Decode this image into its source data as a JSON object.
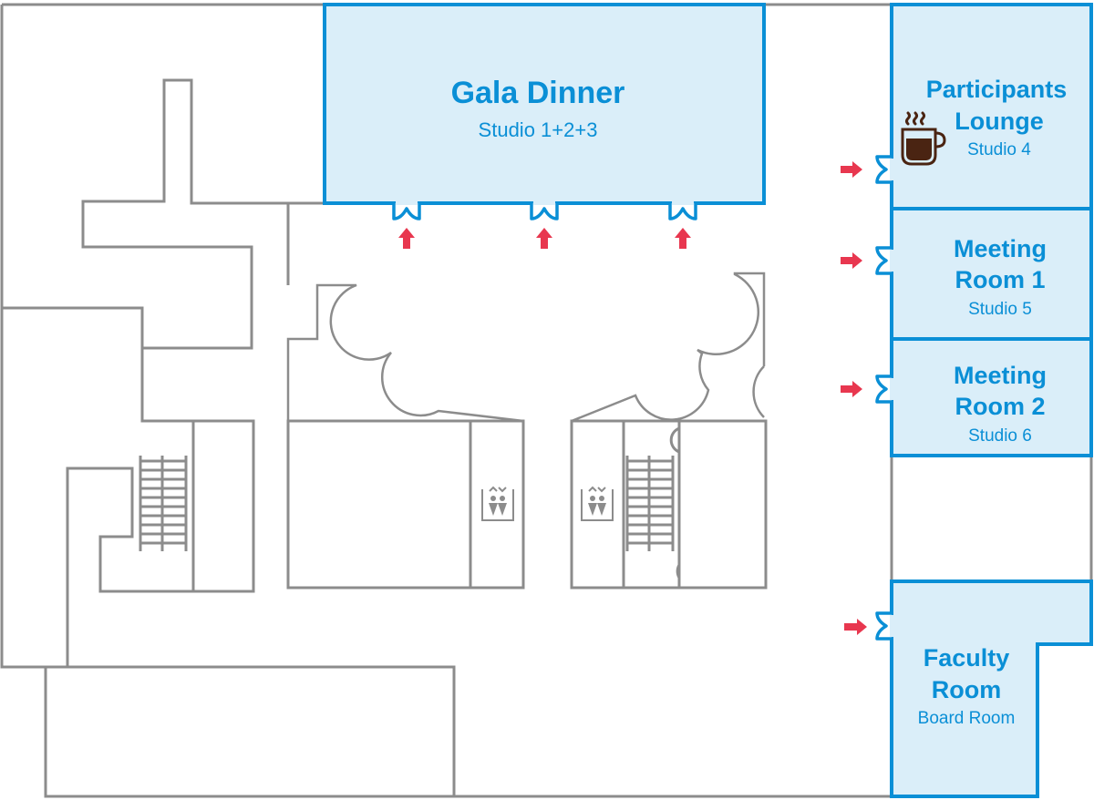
{
  "map": {
    "colors": {
      "room_fill": "#daeef9",
      "room_stroke": "#0a8fd6",
      "wall": "#8c8c8c",
      "arrow": "#e8374f",
      "cup": "#4a2412"
    },
    "rooms": [
      {
        "id": "gala",
        "title_lines": [
          "Gala Dinner"
        ],
        "subtitle": "Studio 1+2+3"
      },
      {
        "id": "lounge",
        "title_lines": [
          "Participants",
          "Lounge"
        ],
        "subtitle": "Studio 4",
        "icon": "coffee-cup-icon"
      },
      {
        "id": "meeting1",
        "title_lines": [
          "Meeting",
          "Room 1"
        ],
        "subtitle": "Studio 5"
      },
      {
        "id": "meeting2",
        "title_lines": [
          "Meeting",
          "Room 2"
        ],
        "subtitle": "Studio 6"
      },
      {
        "id": "faculty",
        "title_lines": [
          "Faculty",
          "Room"
        ],
        "subtitle": "Board Room"
      }
    ],
    "icons": {
      "elevators": [
        "elevator-icon",
        "elevator-icon"
      ],
      "stairs": [
        "stairs-icon",
        "stairs-icon"
      ],
      "entrance_arrows": [
        "arrow-up-icon",
        "arrow-up-icon",
        "arrow-up-icon",
        "arrow-right-icon",
        "arrow-right-icon",
        "arrow-right-icon",
        "arrow-right-icon"
      ]
    }
  }
}
